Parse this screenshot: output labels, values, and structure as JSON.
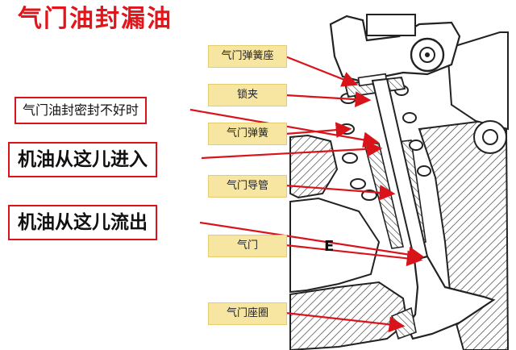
{
  "title": "气门油封漏油",
  "labels": {
    "spring_seat": "气门弹簧座",
    "lock": "锁夹",
    "spring": "气门弹簧",
    "guide": "气门导管",
    "valve": "气门",
    "seat_ring": "气门座圈"
  },
  "callouts": {
    "bad_seal": "气门油封密封不好时",
    "oil_in": "机油从这儿进入",
    "oil_out": "机油从这儿流出"
  },
  "part_letter": "E",
  "colors": {
    "title": "#e3141a",
    "arrow": "#d8141a",
    "label_bg": "#f6e6a2",
    "label_border": "#e6cc6c"
  }
}
